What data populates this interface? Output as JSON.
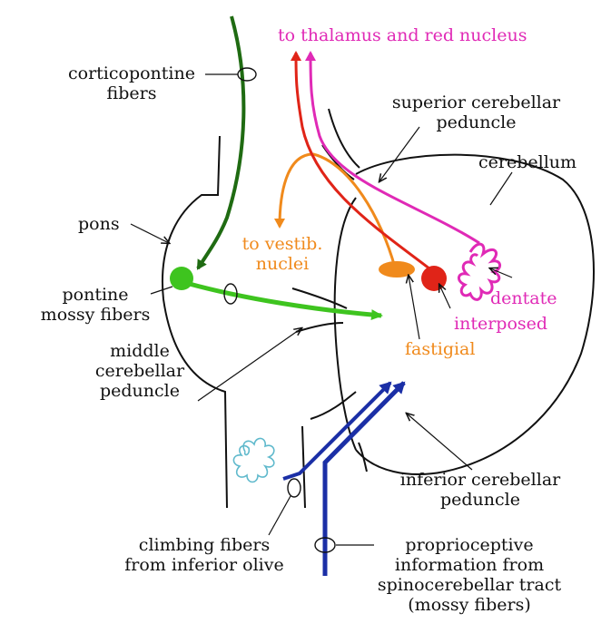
{
  "colors": {
    "outline": "#111111",
    "corticopontine": "#1f6b12",
    "pontine_mossy": "#3ec41f",
    "vestibular": "#f08a1c",
    "interposed": "#e02418",
    "dentate": "#e02ab6",
    "climbing_fiber": "#1b2fa6",
    "proprioceptive": "#1b2fa6",
    "inferior_olive": "#5fb9cc",
    "label_black": "#111111",
    "label_red": "#e02418",
    "label_orange": "#f08a1c",
    "label_magenta": "#e02ab6"
  },
  "labels": {
    "thalamus": "to thalamus and red nucleus",
    "corticopontine_1": "corticopontine",
    "corticopontine_2": "fibers",
    "superior_1": "superior cerebellar",
    "superior_2": "peduncle",
    "cerebellum": "cerebellum",
    "pons": "pons",
    "vestib_1": "to vestib.",
    "vestib_2": "nuclei",
    "pontine_1": "pontine",
    "pontine_2": "mossy fibers",
    "dentate": "dentate",
    "interposed": "interposed",
    "middle_1": "middle",
    "middle_2": "cerebellar",
    "middle_3": "peduncle",
    "fastigial": "fastigial",
    "inferior_1": "inferior cerebellar",
    "inferior_2": "peduncle",
    "climbing_1": "climbing fibers",
    "climbing_2": "from inferior olive",
    "proprio_1": "proprioceptive",
    "proprio_2": "information from",
    "proprio_3": "spinocerebellar tract",
    "proprio_4": "(mossy fibers)"
  }
}
